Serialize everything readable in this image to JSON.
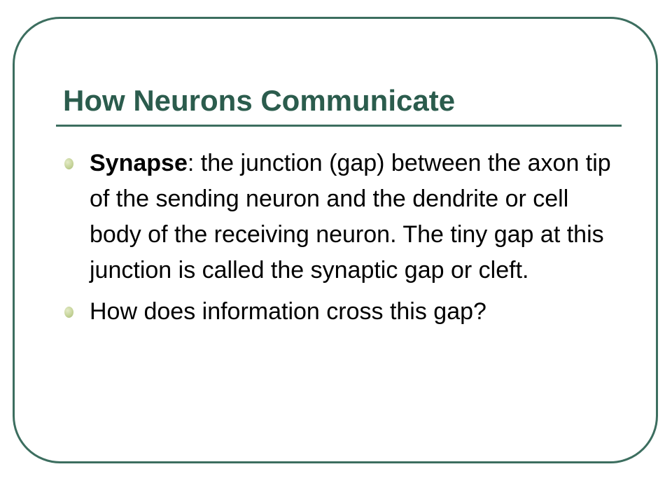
{
  "slide": {
    "title": "How Neurons Communicate",
    "bullets": [
      {
        "term": "Synapse",
        "text": ": the junction (gap) between the axon tip of the sending neuron and the dendrite or cell body of the receiving neuron. The tiny gap at this junction is called the synaptic gap or cleft."
      },
      {
        "term": "",
        "text": "How does information cross this gap?"
      }
    ]
  },
  "colors": {
    "accent": "#3c6e5f",
    "title": "#2b5c4d",
    "bullet": "#c6d49a",
    "text": "#000000",
    "background": "#ffffff"
  },
  "icons": {
    "bullet": "bullet-dot-icon"
  }
}
